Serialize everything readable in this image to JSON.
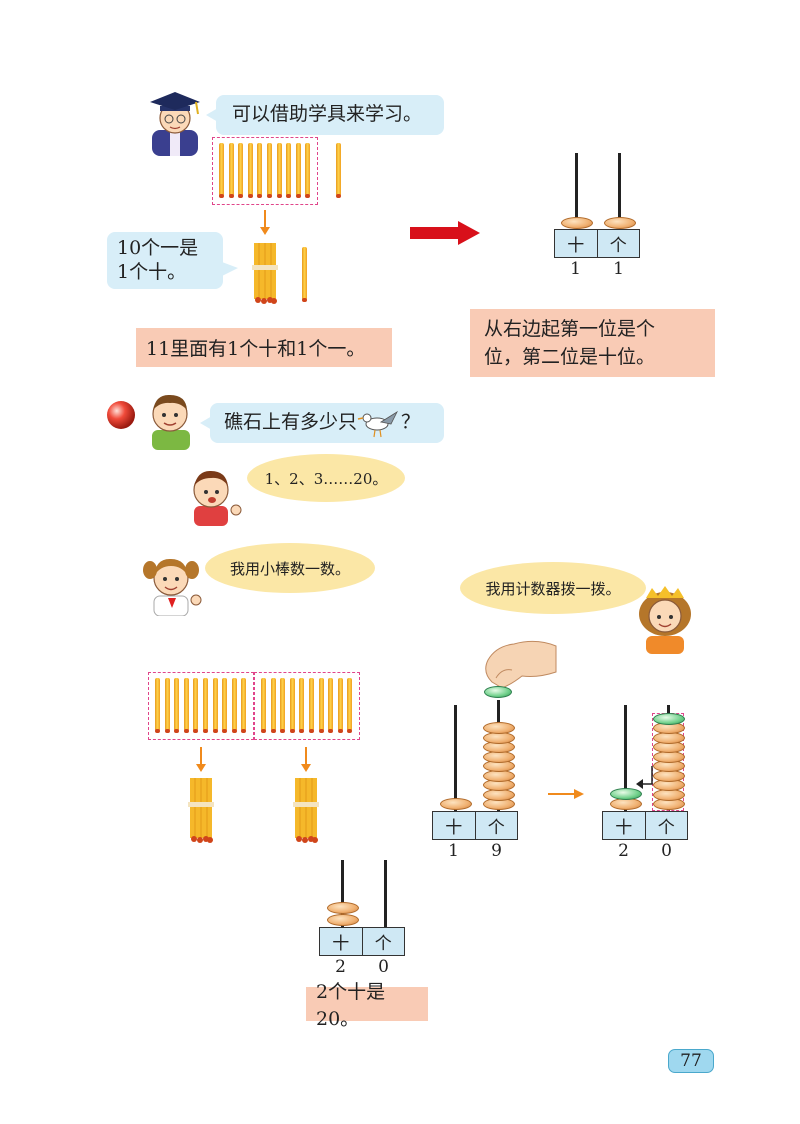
{
  "section1": {
    "teacher_bubble": "可以借助学具来学习。",
    "ten_ones_bubble_line1": "10个一是",
    "ten_ones_bubble_line2": "1个十。",
    "eleven_box": "11里面有1个十和1个一。",
    "place_box_line1": "从右边起第一位是个",
    "place_box_line2": "位，第二位是十位。",
    "abacus1": {
      "tens_label": "十",
      "ones_label": "个",
      "tens_digit": "1",
      "ones_digit": "1",
      "tens_beads": 1,
      "ones_beads": 1
    }
  },
  "section2": {
    "question_before": "礁石上有多少只",
    "question_after": "？",
    "count_bubble": "1、2、3……20。",
    "sticks_bubble": "我用小棒数一数。",
    "counter_bubble": "我用计数器拨一拨。",
    "abacus2": {
      "tens_label": "十",
      "ones_label": "个",
      "tens_digit": "1",
      "ones_digit": "9",
      "tens_beads": 1,
      "ones_beads": 9
    },
    "abacus3": {
      "tens_label": "十",
      "ones_label": "个",
      "tens_digit": "2",
      "ones_digit": "0",
      "tens_beads": 2,
      "ones_beads": 10
    },
    "abacus4": {
      "tens_label": "十",
      "ones_label": "个",
      "tens_digit": "2",
      "ones_digit": "0",
      "tens_beads": 2,
      "ones_beads": 0
    },
    "result_box": "2个十是20。"
  },
  "page_number": "77",
  "colors": {
    "bubble_blue": "#d8eef8",
    "bubble_yellow": "#fbe7a6",
    "pink_box": "#f9cbb5",
    "dashed_border": "#e0458a",
    "arrow_orange": "#f08a1c",
    "arrow_red": "#d8101a"
  }
}
